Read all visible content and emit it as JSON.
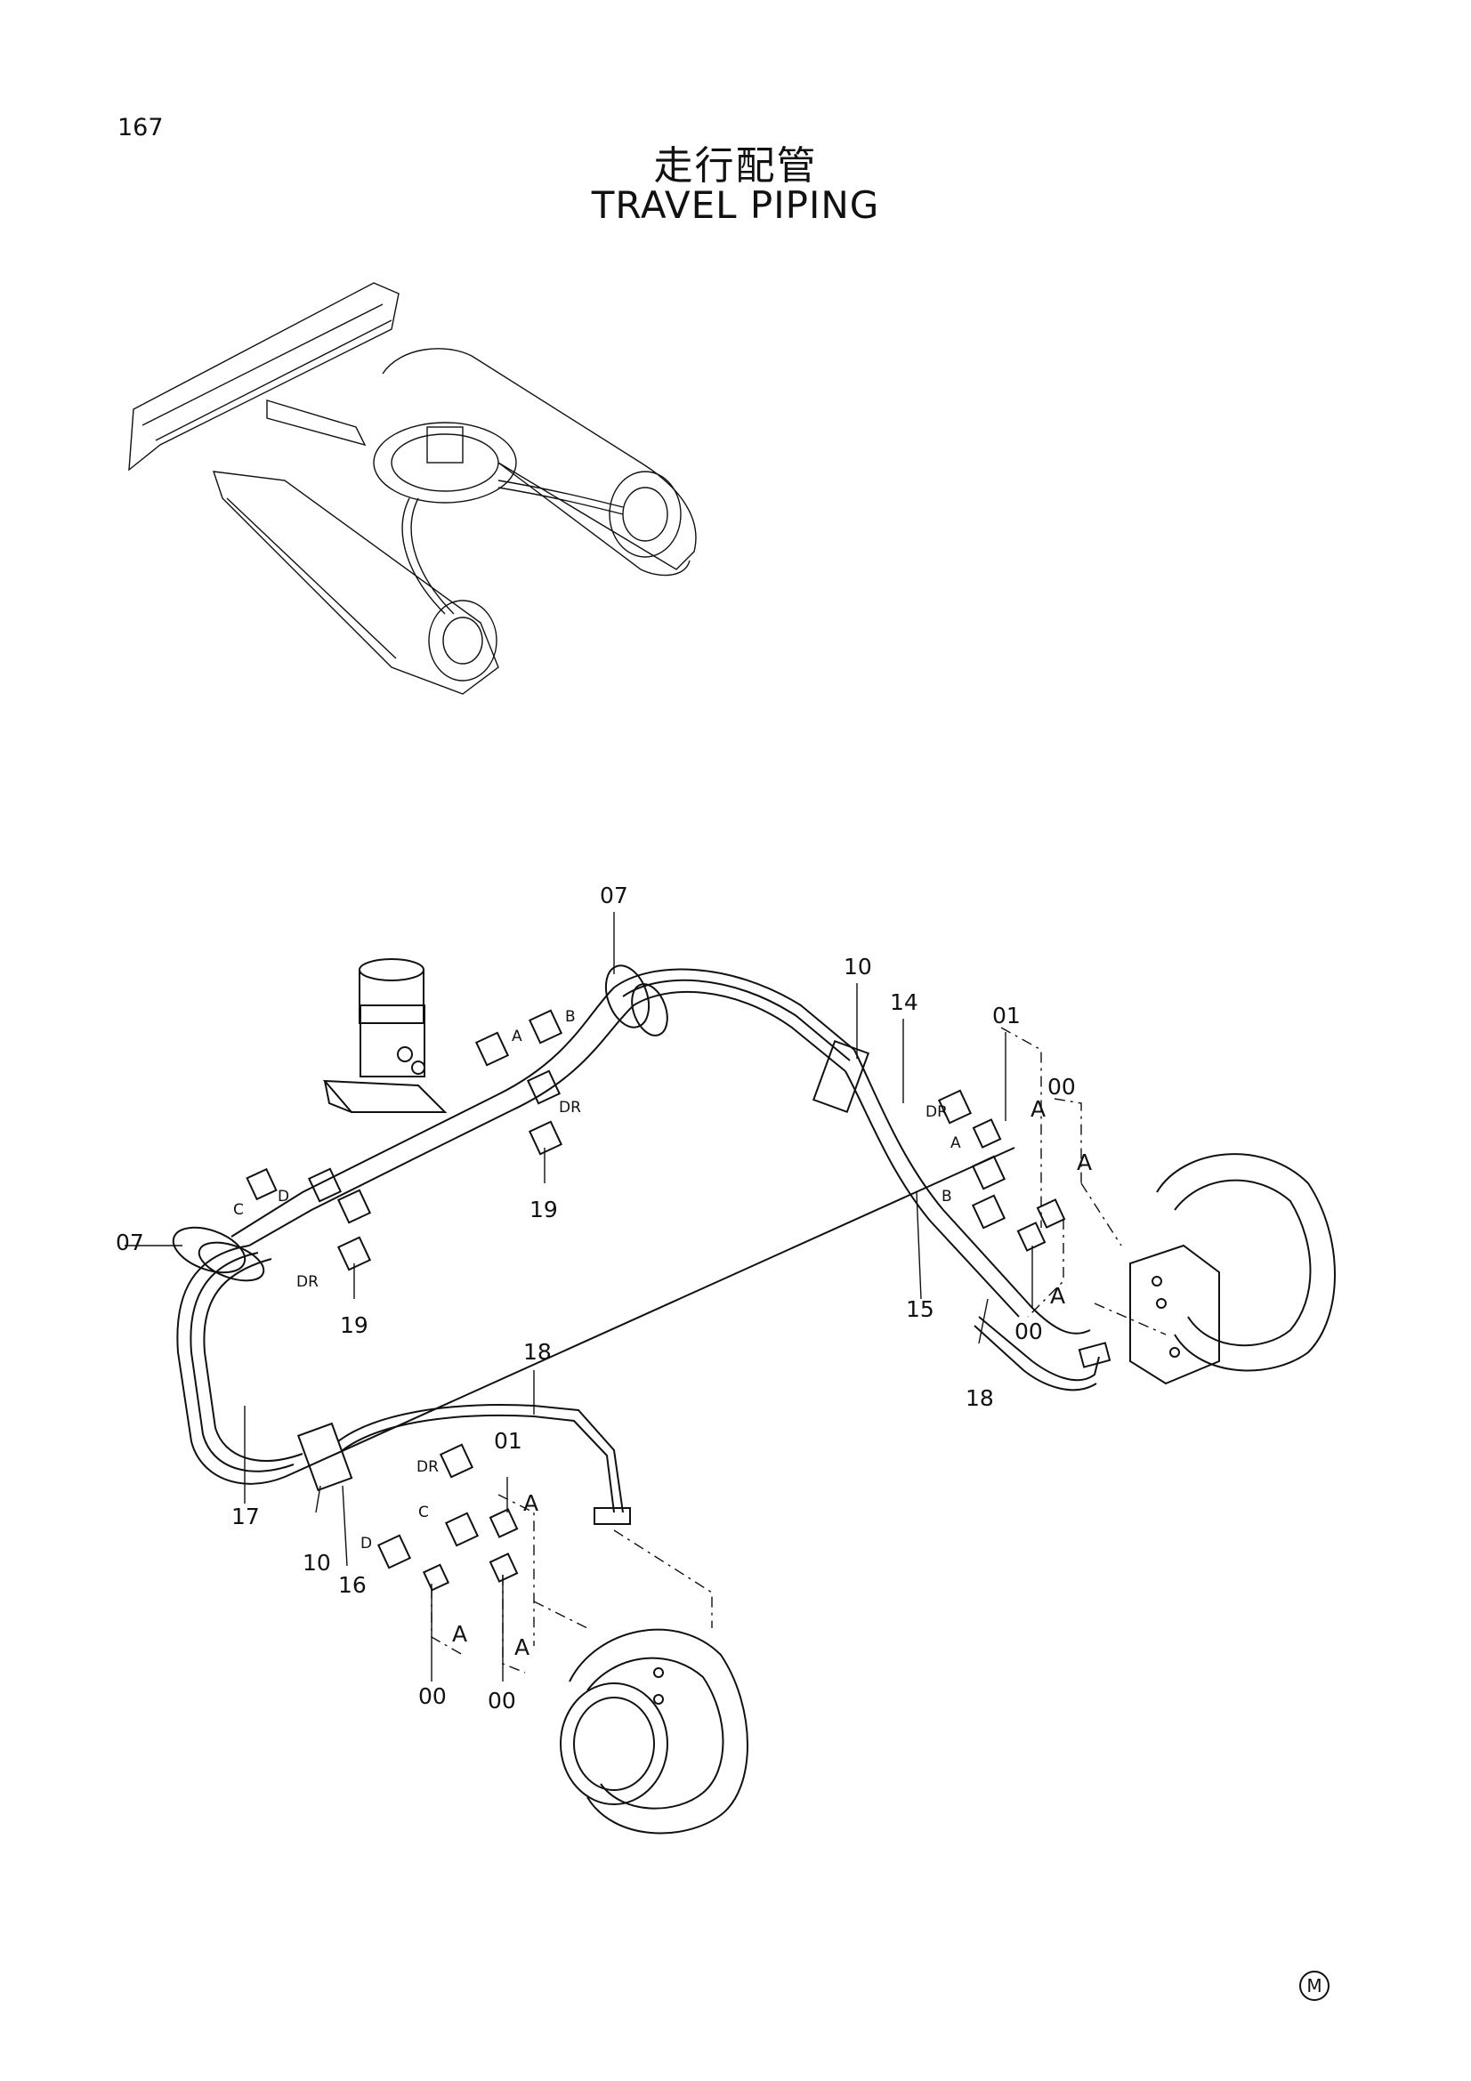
{
  "header": {
    "page_number": "167",
    "title_japanese": "走行配管",
    "title_english": "TRAVEL PIPING"
  },
  "callouts": {
    "c07_top": "07",
    "c07_left": "07",
    "c10_right": "10",
    "c10_left": "10",
    "c14": "14",
    "c01_right": "01",
    "c00_right_top": "00",
    "c00_right_bottom": "00",
    "c19_mid": "19",
    "c19_low": "19",
    "c15": "15",
    "c18_right": "18",
    "c18_left": "18",
    "c17": "17",
    "c16": "16",
    "c01_left": "01",
    "c00_left_a": "00",
    "c00_left_b": "00"
  },
  "port_letters": {
    "a_swivel": "A",
    "b_swivel": "B",
    "dr_swivel": "DR",
    "c_left": "C",
    "d_left": "D",
    "dr_left_low": "DR",
    "dr_right": "DR",
    "a_right": "A",
    "b_right": "B",
    "dr_lower": "DR",
    "c_lower": "C",
    "d_lower": "D"
  },
  "section_marks": {
    "a_r1": "A",
    "a_r2": "A",
    "a_r3": "A",
    "a_l1": "A",
    "a_l2": "A",
    "a_l3": "A"
  },
  "footer": {
    "mark": "M"
  }
}
